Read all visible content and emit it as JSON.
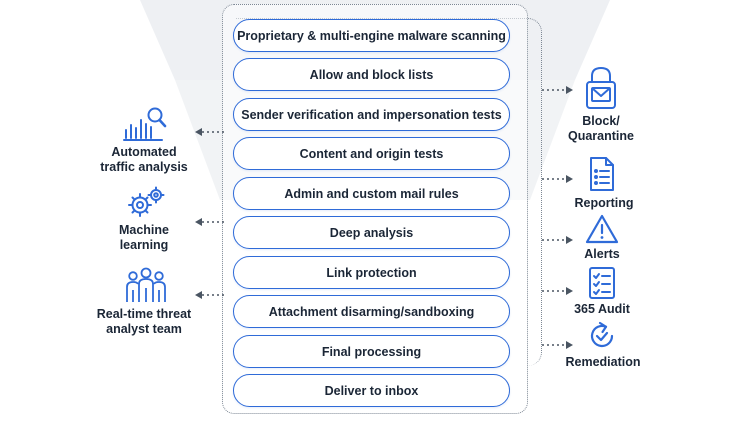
{
  "stages": [
    "Proprietary & multi-engine malware scanning",
    "Allow and block lists",
    "Sender verification and impersonation tests",
    "Content and origin tests",
    "Admin and custom mail rules",
    "Deep analysis",
    "Link protection",
    "Attachment disarming/sandboxing",
    "Final processing",
    "Deliver to inbox"
  ],
  "left_inputs": [
    {
      "line1": "Automated",
      "line2": "traffic analysis",
      "icon": "chart-magnifier-icon"
    },
    {
      "line1": "Machine",
      "line2": "learning",
      "icon": "gears-icon"
    },
    {
      "line1": "Real-time threat",
      "line2": "analyst team",
      "icon": "people-icon"
    }
  ],
  "right_outputs": [
    {
      "line1": "Block/",
      "line2": "Quarantine",
      "icon": "lock-envelope-icon"
    },
    {
      "line1": "Reporting",
      "icon": "report-document-icon"
    },
    {
      "line1": "Alerts",
      "icon": "warning-triangle-icon"
    },
    {
      "line1": "365 Audit",
      "icon": "checklist-icon"
    },
    {
      "line1": "Remediation",
      "icon": "refresh-check-icon"
    }
  ],
  "colors": {
    "accent": "#2f6bd8",
    "text": "#1b2636",
    "funnel": "#eef0f3",
    "dots": "#7d8794"
  }
}
